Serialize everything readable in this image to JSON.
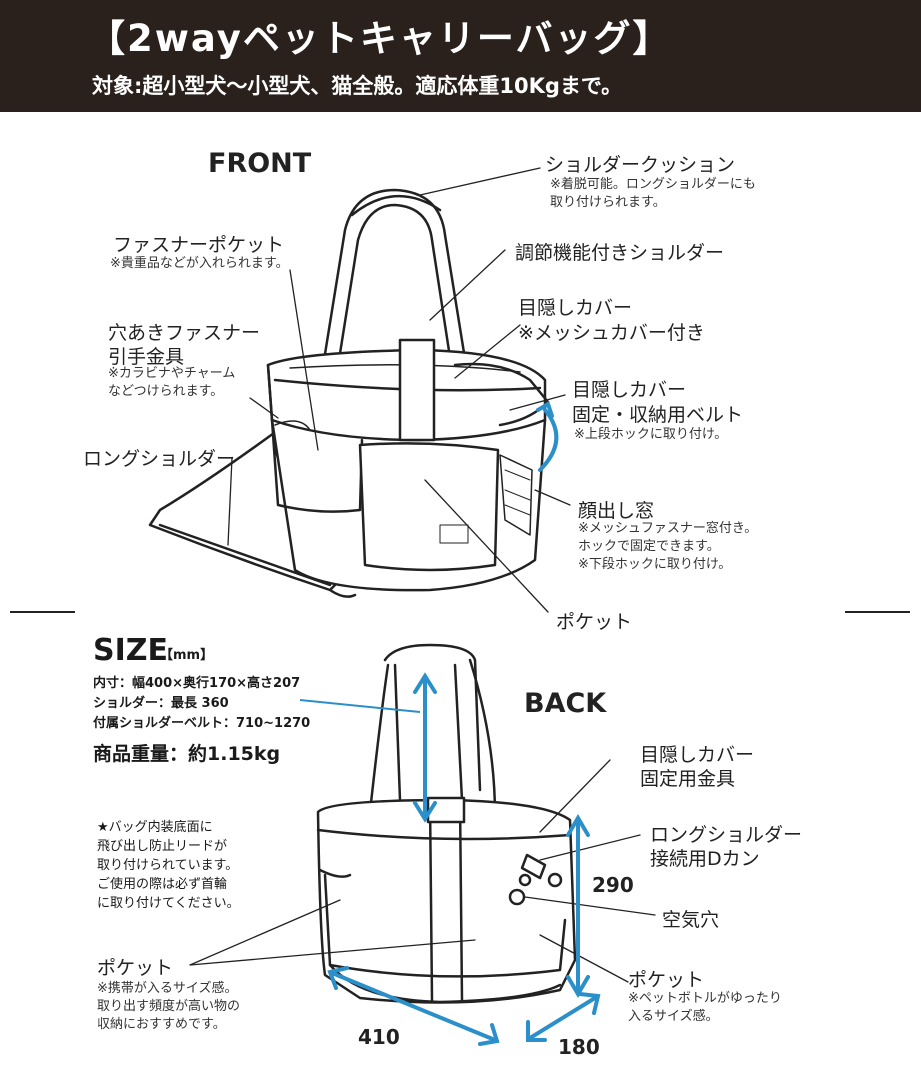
{
  "header": {
    "title": "【2wayペットキャリーバッグ】",
    "subtitle": "対象:超小型犬〜小型犬、猫全般。適応体重10Kgまで。"
  },
  "front": {
    "heading": "FRONT",
    "labels": {
      "shoulder_cushion": "ショルダークッション",
      "shoulder_cushion_note1": "※着脱可能。ロングショルダーにも",
      "shoulder_cushion_note2": "取り付けられます。",
      "zipper_pocket": "ファスナーポケット",
      "zipper_pocket_note": "※貴重品などが入れられます。",
      "adjustable_shoulder": "調節機能付きショルダー",
      "blind_cover": "目隠しカバー",
      "blind_cover_note": "※メッシュカバー付き",
      "zipper_pull_1": "穴あきファスナー",
      "zipper_pull_2": "引手金具",
      "zipper_pull_note1": "※カラビナやチャーム",
      "zipper_pull_note2": "などつけられます。",
      "cover_belt_1": "目隠しカバー",
      "cover_belt_2": "固定・収納用ベルト",
      "cover_belt_note": "※上段ホックに取り付け。",
      "long_shoulder": "ロングショルダー",
      "face_window": "顔出し窓",
      "face_window_note1": "※メッシュファスナー窓付き。",
      "face_window_note2": "ホックで固定できます。",
      "face_window_note3": "※下段ホックに取り付け。",
      "pocket": "ポケット"
    }
  },
  "size": {
    "heading": "SIZE",
    "unit": "【mm】",
    "inner": "内寸：幅400×奥行170×高さ207",
    "shoulder": "ショルダー：最長 360",
    "belt": "付属ショルダーベルト：710~1270",
    "weight": "商品重量：約1.15kg"
  },
  "back": {
    "heading": "BACK",
    "notice": [
      "★バッグ内装底面に",
      "飛び出し防止リードが",
      "取り付けられています。",
      "ご使用の際は必ず首輪",
      "に取り付けてください。"
    ],
    "labels": {
      "cover_fitting_1": "目隠しカバー",
      "cover_fitting_2": "固定用金具",
      "dring_1": "ロングショルダー",
      "dring_2": "接続用Dカン",
      "air_hole": "空気穴",
      "pocket_left": "ポケット",
      "pocket_left_note1": "※携帯が入るサイズ感。",
      "pocket_left_note2": "取り出す頻度が高い物の",
      "pocket_left_note3": "収納におすすめです。",
      "pocket_right": "ポケット",
      "pocket_right_note1": "※ペットボトルがゆったり",
      "pocket_right_note2": "入るサイズ感。"
    },
    "dims": {
      "height": "290",
      "width": "410",
      "depth": "180"
    }
  },
  "colors": {
    "header_bg": "#2a201c",
    "accent_blue": "#2b8fc9",
    "line": "#222222"
  }
}
